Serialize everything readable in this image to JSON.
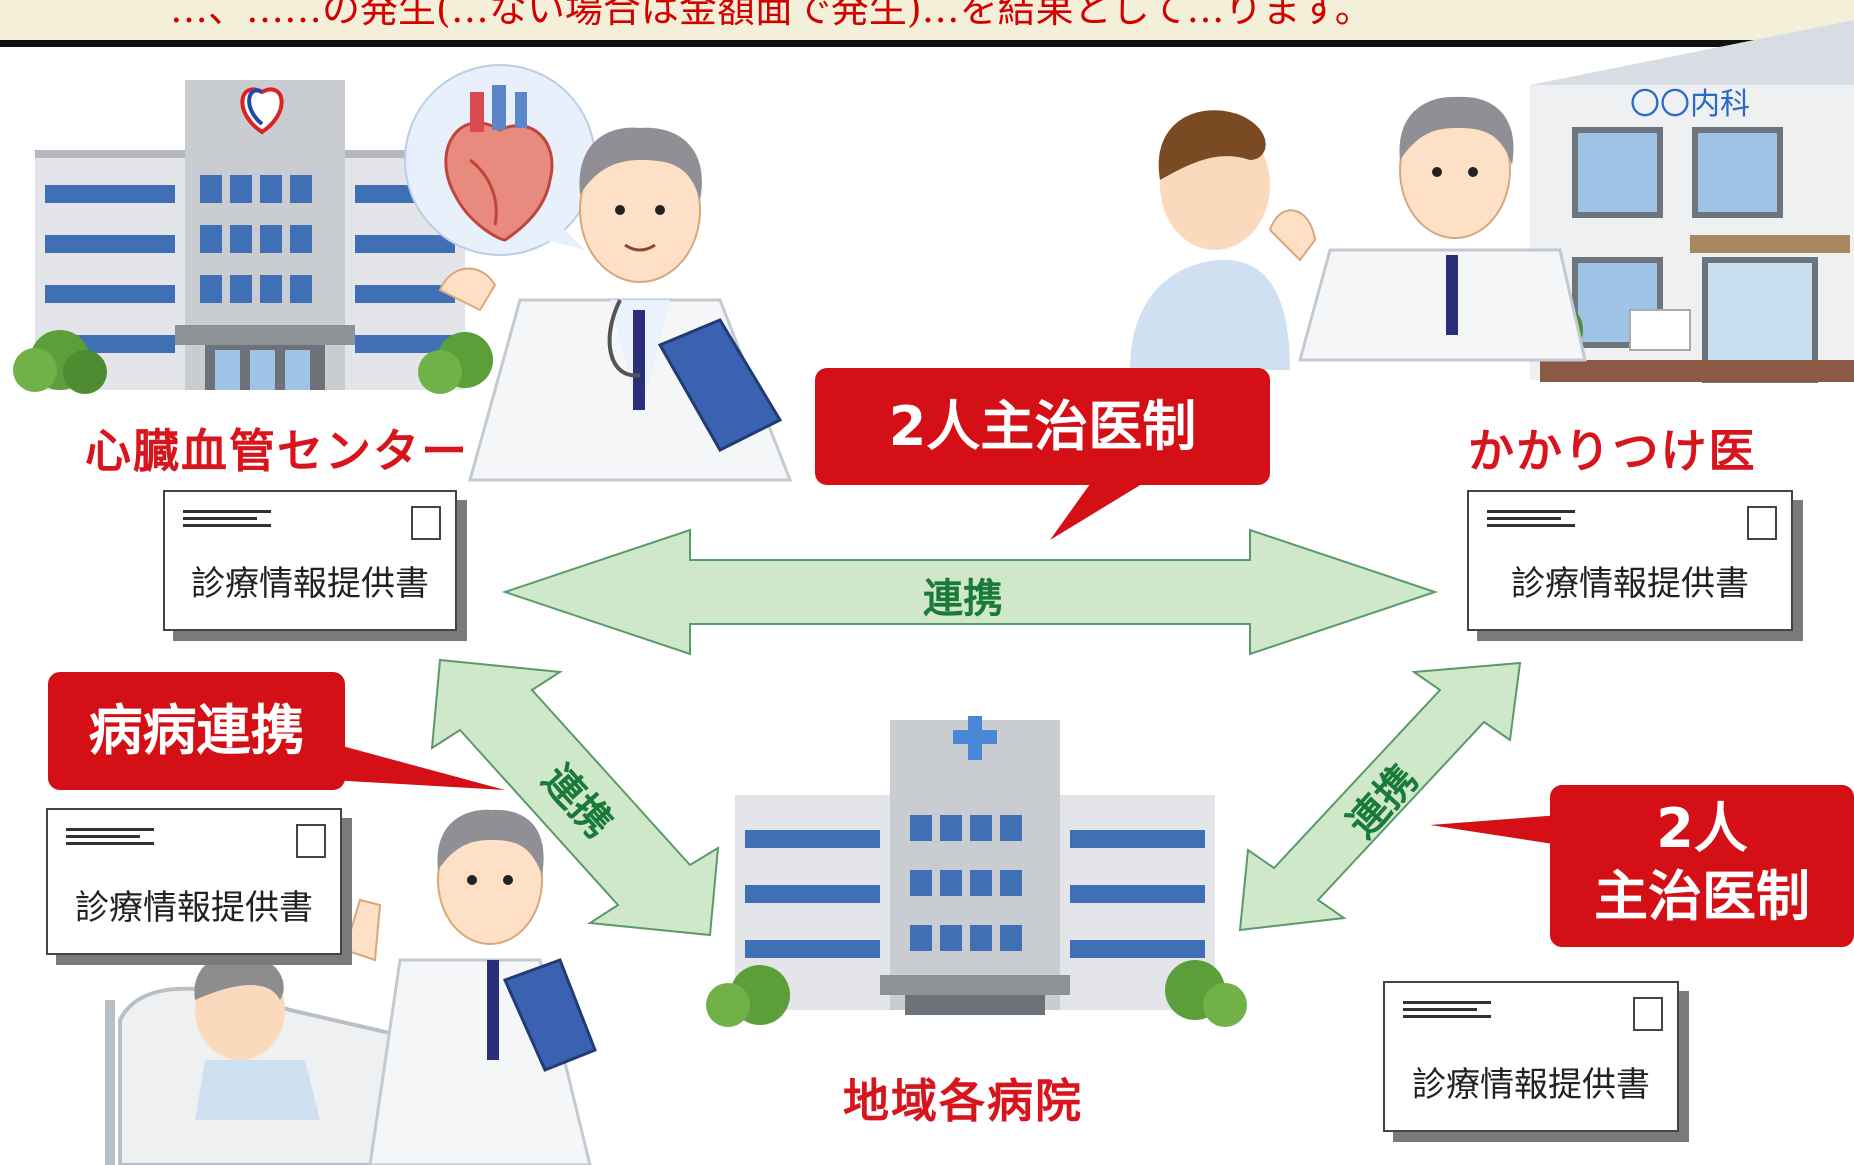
{
  "header": {
    "partial_text": "…、……の発生(…ない場合は金額面で発生)…を結果として…ります。"
  },
  "labels": {
    "cardio_center": "心臓血管センター",
    "family_doctor": "かかりつけ医",
    "regional_hospitals": "地域各病院",
    "clinic_sign": "〇〇内科"
  },
  "callouts": {
    "dual_doctor_top": "2人主治医制",
    "hospital_link": "病病連携",
    "dual_doctor_right_line1": "2人",
    "dual_doctor_right_line2": "主治医制"
  },
  "arrows": {
    "top": "連携",
    "left": "連携",
    "right": "連携"
  },
  "documents": {
    "doc1": "診療情報提供書",
    "doc2": "診療情報提供書",
    "doc3": "診療情報提供書",
    "doc4": "診療情報提供書"
  },
  "colors": {
    "red": "#d40f16",
    "arrow_fill": "#cfe8c9",
    "arrow_stroke": "#5a9a6a",
    "arrow_text": "#1a7a3a"
  }
}
